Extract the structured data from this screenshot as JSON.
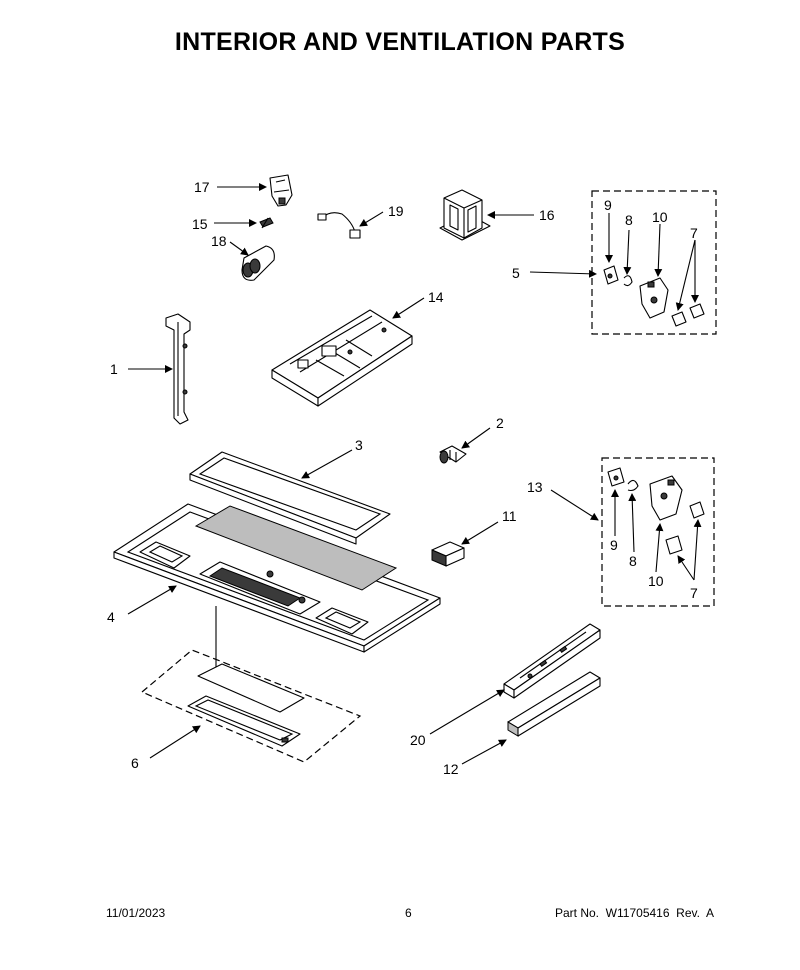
{
  "title": "INTERIOR AND VENTILATION PARTS",
  "callouts": {
    "c1": "1",
    "c2": "2",
    "c3": "3",
    "c4": "4",
    "c5": "5",
    "c6": "6",
    "c7": "7",
    "c8": "8",
    "c9": "9",
    "c10": "10",
    "c11": "11",
    "c12": "12",
    "c13": "13",
    "c14": "14",
    "c15": "15",
    "c16": "16",
    "c17": "17",
    "c18": "18",
    "c19": "19",
    "c20": "20"
  },
  "footer": {
    "date": "11/01/2023",
    "page": "6",
    "part_no": "Part No.  W11705416  Rev.  A"
  }
}
